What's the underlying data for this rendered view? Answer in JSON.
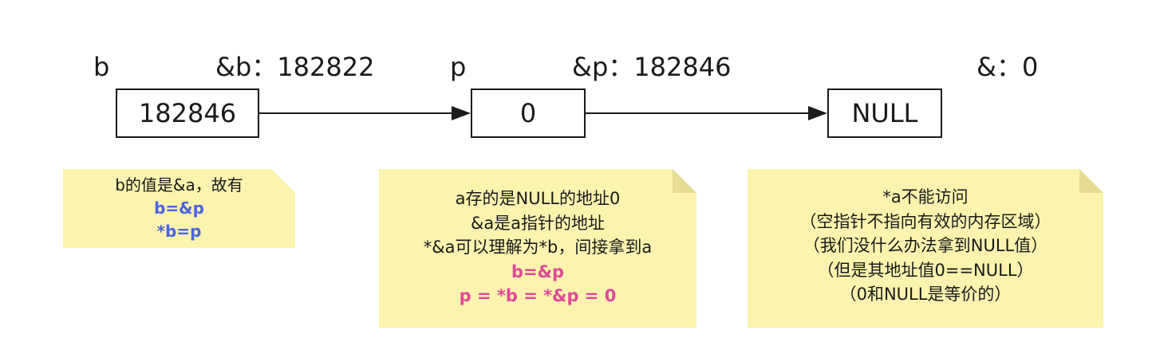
{
  "labels": {
    "b": "b",
    "b_addr": "&b：182822",
    "p": "p",
    "p_addr": "&p：182846",
    "null_addr": "&：0"
  },
  "boxes": {
    "b_value": "182846",
    "p_value": "0",
    "null_value": "NULL"
  },
  "notes": {
    "note1": [
      "b的值是&a，故有",
      "b=&p",
      "*b=p"
    ],
    "note2": [
      "a存的是NULL的地址0",
      "&a是a指针的地址",
      "*&a可以理解为*b，间接拿到a",
      "b=&p",
      "p = *b = *&p =  0"
    ],
    "note3": [
      "*a不能访问",
      "（空指针不指向有效的内存区域）",
      "（我们没什么办法拿到NULL值）",
      "（但是其地址值0==NULL）",
      "（0和NULL是等价的）"
    ]
  },
  "colors": {
    "note_bg": "#fbf3ae",
    "note_fold": "#e6dc93",
    "highlight_blue": "#4a63e0",
    "highlight_pink": "#e0489a",
    "line": "#1a1a1a"
  }
}
